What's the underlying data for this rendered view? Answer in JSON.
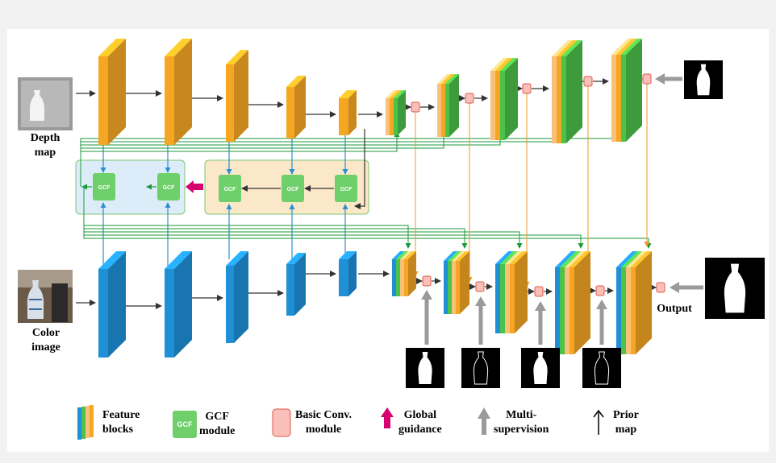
{
  "inputs": {
    "depth_label_line1": "Depth",
    "depth_label_line2": "map",
    "color_label_line1": "Color",
    "color_label_line2": "image"
  },
  "modules": {
    "gcf_text": "GCF"
  },
  "output_label": "Output",
  "legend": {
    "feature_line1": "Feature",
    "feature_line2": "blocks",
    "gcf_line1": "GCF",
    "gcf_line2": "module",
    "gcf_icon_text": "GCF",
    "basic_line1": "Basic Conv.",
    "basic_line2": "module",
    "global_line1": "Global",
    "global_line2": "guidance",
    "multi_line1": "Multi-",
    "multi_line2": "supervision",
    "prior_line1": "Prior",
    "prior_line2": "map"
  },
  "colors": {
    "depth_block": "#f5a623",
    "depth_block_side": "#f8c060",
    "rgb_block": "#1f8fd6",
    "rgb_block_side": "#63b9ee",
    "green_block": "#4cc24a",
    "gcf_fill": "#6fcf6a",
    "basic_conv_fill": "#f8c0b8",
    "basic_conv_stroke": "#e05a4a",
    "global_arrow": "#d6006e",
    "depth_group_bg": "#dcecf8",
    "rgb_group_bg": "#fbe8c8",
    "arrow_green": "#1a9a3a",
    "arrow_blue": "#2b8fd6",
    "arrow_orange": "#e89a2a",
    "supervision_arrow": "#9a9a9a"
  }
}
